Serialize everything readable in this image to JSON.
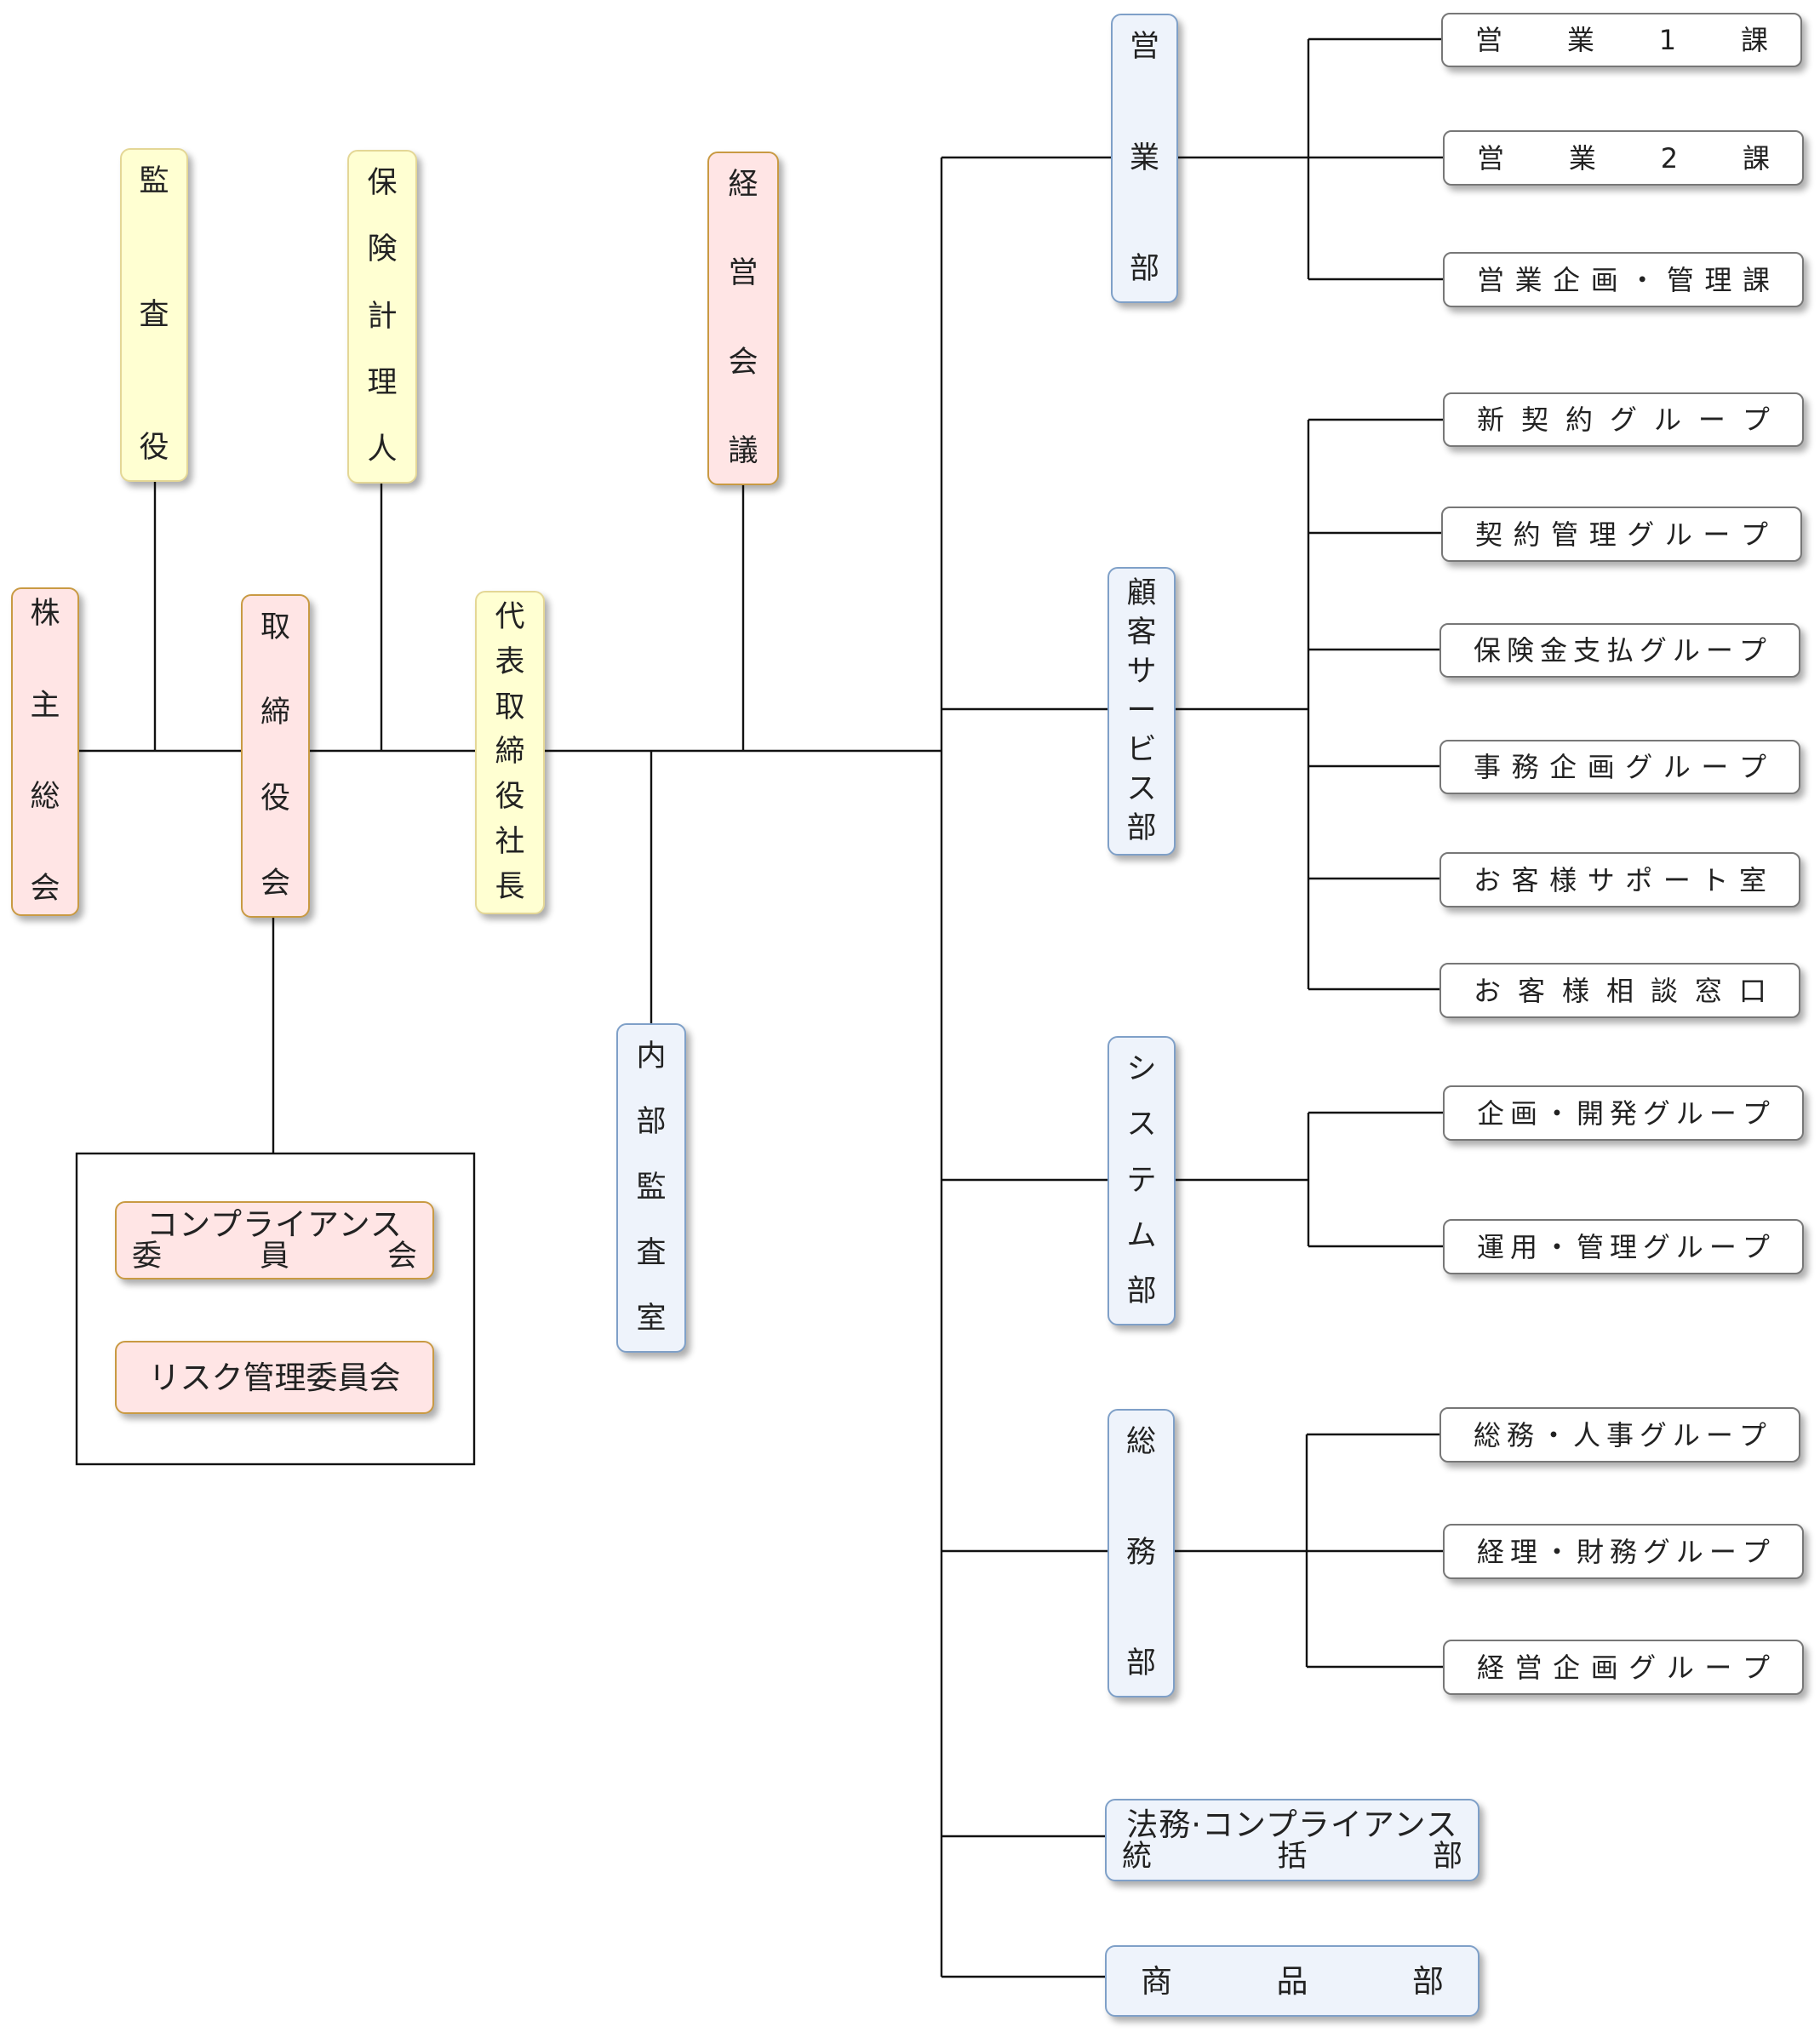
{
  "top": {
    "shareholders": "株主総会",
    "auditor": "監査役",
    "actuary": "保険計理人",
    "board": "取締役会",
    "president": "代表取締役社長",
    "management_meeting": "経営会議",
    "internal_audit": "内部監査室"
  },
  "committees": {
    "compliance_line1": "コンプライアンス",
    "compliance_line2": [
      "委",
      "員",
      "会"
    ],
    "risk": "リスク管理委員会"
  },
  "departments": {
    "sales": "営業部",
    "customer_service": "顧客サービス部",
    "system": "システム部",
    "general_affairs": "総務部",
    "legal_line1": "法務·コンプライアンス",
    "legal_line2": [
      "統",
      "括",
      "部"
    ],
    "products": [
      "商",
      "品",
      "部"
    ]
  },
  "units": {
    "sales_1": "営業1課",
    "sales_2": "営業2課",
    "sales_planning": "営業企画・管理課",
    "new_contract": "新契約グループ",
    "contract_mgmt": "契約管理グループ",
    "claims": "保険金支払グループ",
    "admin_planning": "事務企画グループ",
    "customer_support": "お客様サポート室",
    "customer_consult": "お客様相談窓口",
    "planning_dev": "企画・開発グループ",
    "operation_mgmt": "運用・管理グループ",
    "ga_hr": "総務・人事グループ",
    "accounting": "経理・財務グループ",
    "corp_planning": "経営企画グループ"
  }
}
